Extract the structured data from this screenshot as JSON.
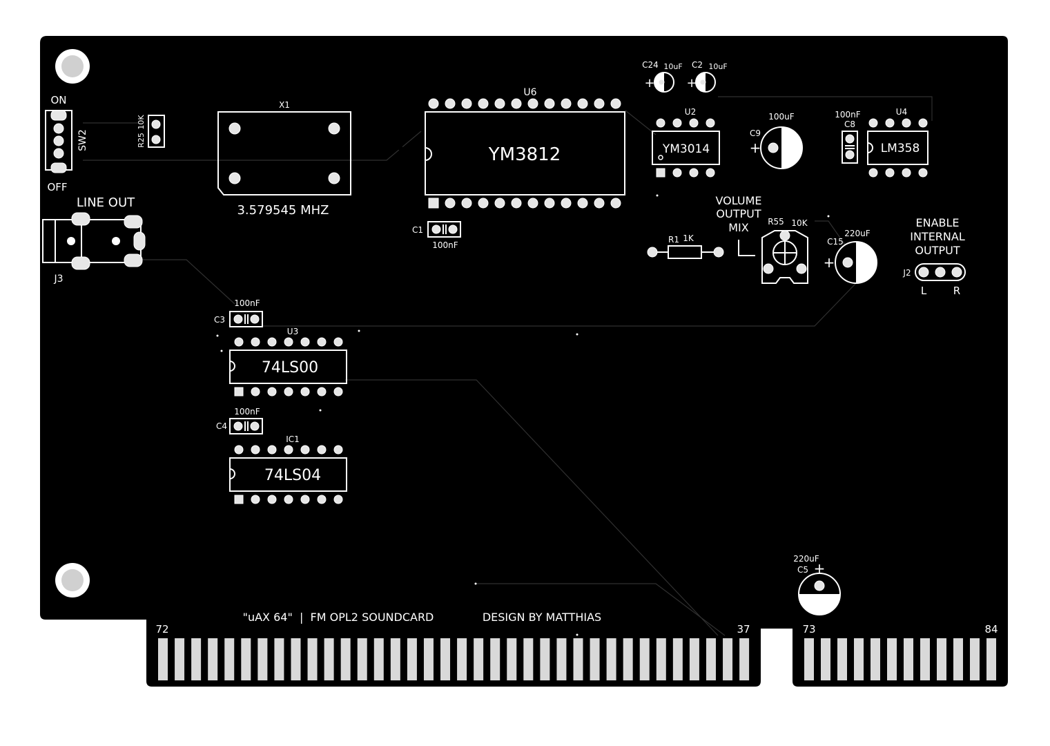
{
  "colors": {
    "board": "#000000",
    "silkscreen": "#ffffff",
    "pad": "#e6e6e6",
    "finger": "#d9d9d9"
  },
  "switch": {
    "ref": "SW2",
    "on": "ON",
    "off": "OFF"
  },
  "line_out": {
    "label": "LINE OUT",
    "ref": "J3"
  },
  "resistor_r25": {
    "ref": "R25",
    "value": "10K"
  },
  "crystal": {
    "ref": "X1",
    "freq": "3.579545 MHZ"
  },
  "u6": {
    "ref": "U6",
    "part": "YM3812"
  },
  "u2": {
    "ref": "U2",
    "part": "YM3014"
  },
  "u4": {
    "ref": "U4",
    "part": "LM358"
  },
  "u3": {
    "ref": "U3",
    "part": "74LS00"
  },
  "ic1": {
    "ref": "IC1",
    "part": "74LS04"
  },
  "c24": {
    "ref": "C24",
    "value": "10uF"
  },
  "c2": {
    "ref": "C2",
    "value": "10uF"
  },
  "c9": {
    "ref": "C9",
    "value": "100uF"
  },
  "c8": {
    "ref": "C8",
    "value": "100nF"
  },
  "c1": {
    "ref": "C1",
    "value": "100nF"
  },
  "c3": {
    "ref": "C3",
    "value": "100nF"
  },
  "c4": {
    "ref": "C4",
    "value": "100nF"
  },
  "c15": {
    "ref": "C15",
    "value": "220uF"
  },
  "c5": {
    "ref": "C5",
    "value": "220uF"
  },
  "r1": {
    "ref": "R1",
    "value": "1K"
  },
  "r55": {
    "ref": "R55",
    "value": "10K"
  },
  "volume": {
    "line1": "VOLUME",
    "line2": "OUTPUT",
    "line3": "MIX"
  },
  "j2": {
    "ref": "J2",
    "line1": "ENABLE",
    "line2": "INTERNAL",
    "line3": "OUTPUT",
    "left": "L",
    "right": "R"
  },
  "plus": "+",
  "footer": {
    "title": "\"uAX 64\"  |  FM OPL2 SOUNDCARD",
    "credit": "DESIGN BY MATTHIAS"
  },
  "edge": {
    "pin72": "72",
    "pin37": "37",
    "pin73": "73",
    "pin84": "84"
  }
}
